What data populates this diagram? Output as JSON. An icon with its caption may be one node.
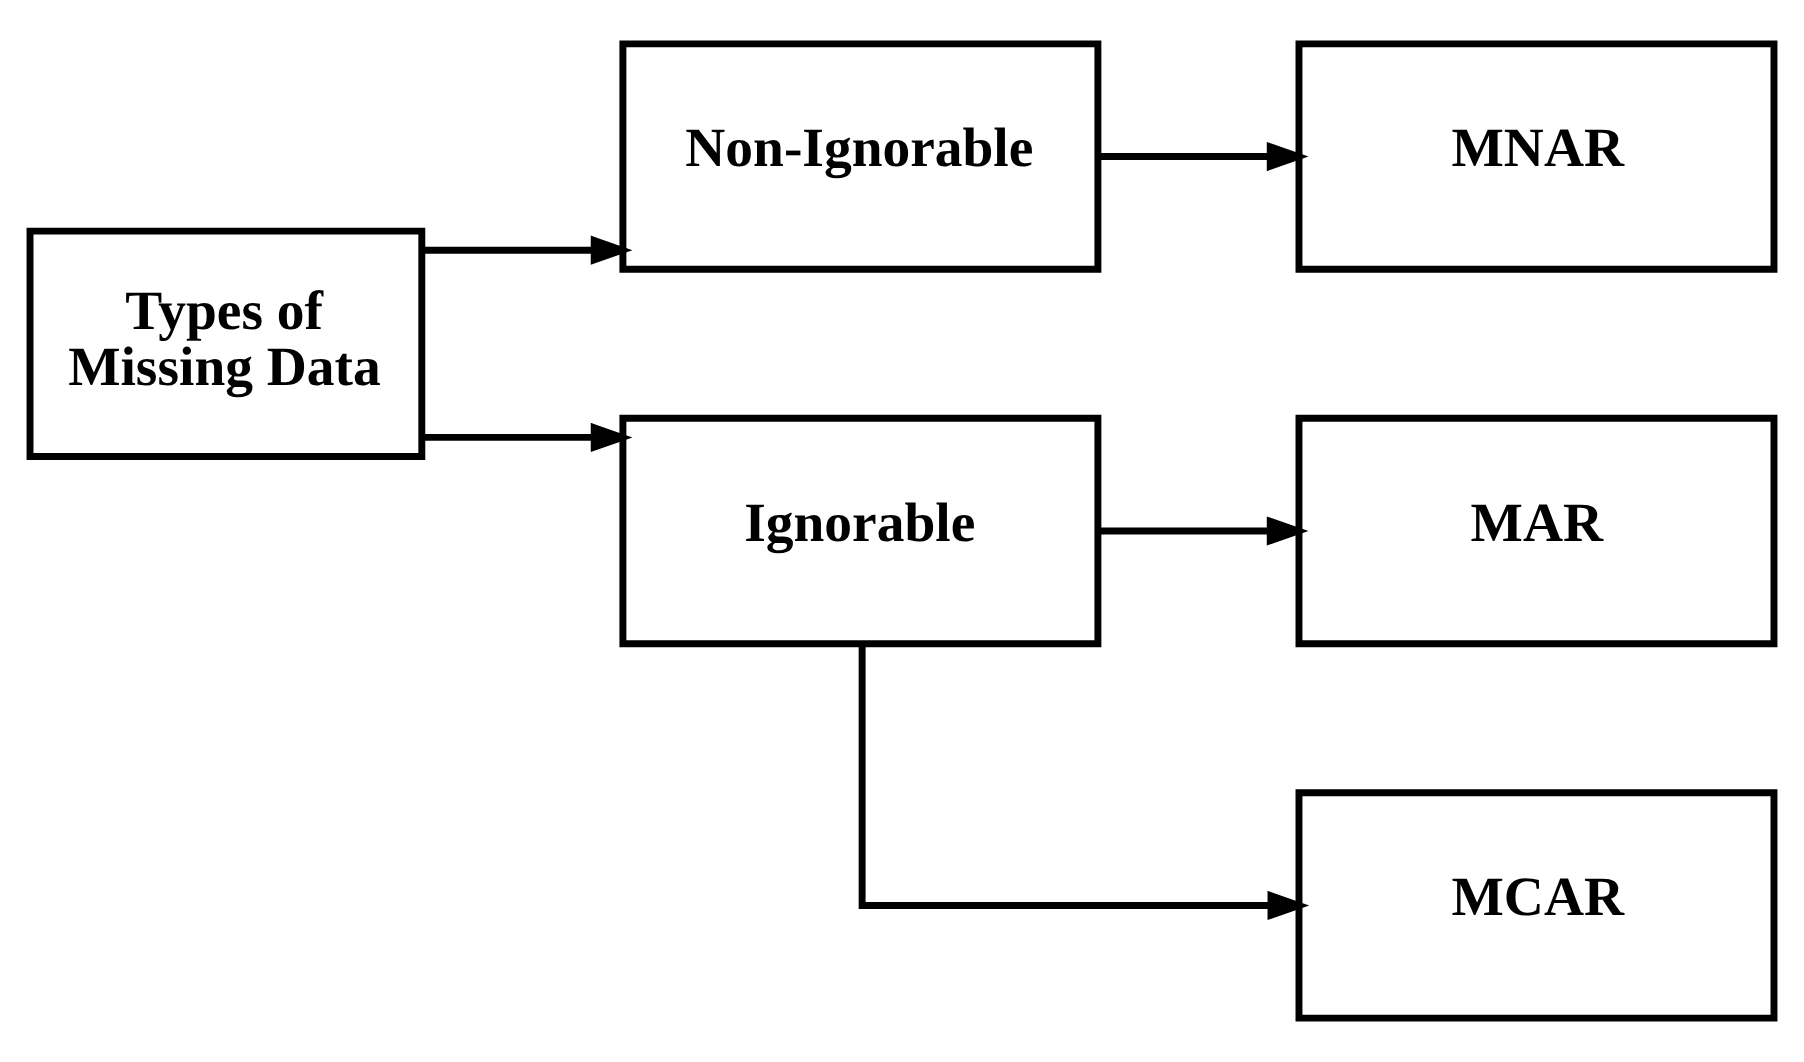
{
  "diagram": {
    "nodes": [
      {
        "text": [
          "Types of Missing Data"
        ]
      },
      {
        "text": [
          "Non-Ignorable"
        ]
      },
      {
        "text": [
          "MNAR"
        ]
      },
      {
        "text": [
          "Ignorable"
        ]
      },
      {
        "text": [
          "MAR"
        ]
      },
      {
        "text": [
          "MCAR"
        ]
      }
    ],
    "edges": [
      {
        "from": 0,
        "to": 1,
        "arrow": "to"
      },
      {
        "from": 1,
        "to": 2,
        "arrow": "to"
      },
      {
        "from": 0,
        "to": 3,
        "arrow": "to"
      },
      {
        "from": 3,
        "to": 4,
        "arrow": "to"
      },
      {
        "from": 3,
        "to": 5,
        "arrow": "to"
      }
    ]
  }
}
